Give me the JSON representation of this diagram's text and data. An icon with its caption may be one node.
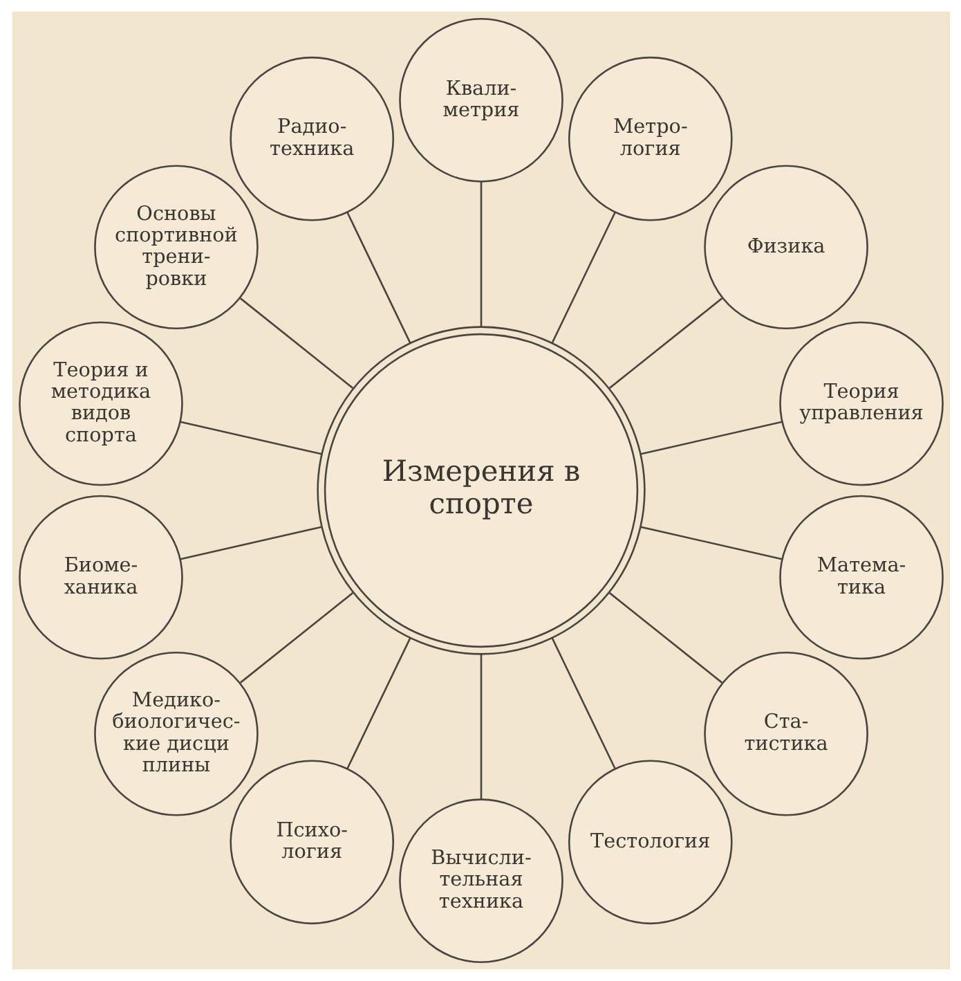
{
  "diagram": {
    "nodes": [
      {
        "text": [
          "Измерения в спорте"
        ]
      },
      {
        "text": [
          "Теория управления"
        ]
      },
      {
        "text": [
          "Физика"
        ]
      },
      {
        "text": [
          "Метро- логия"
        ]
      },
      {
        "text": [
          "Квали- метрия"
        ]
      },
      {
        "text": [
          "Радио- техника"
        ]
      },
      {
        "text": [
          "Основы спортивной трени- ровки"
        ]
      },
      {
        "text": [
          "Теория и методика видов спорта"
        ]
      },
      {
        "text": [
          "Биоме- ханика"
        ]
      },
      {
        "text": [
          "Медико- биологичес- кие дисци плины"
        ]
      },
      {
        "text": [
          "Психо- логия"
        ]
      },
      {
        "text": [
          "Вычисли- тельная техника"
        ]
      },
      {
        "text": [
          "Тестология"
        ]
      },
      {
        "text": [
          "Ста- тистика"
        ]
      },
      {
        "text": [
          "Матема- тика"
        ]
      }
    ],
    "edges": [
      {
        "from": 0,
        "to": 1,
        "arrow": "none"
      },
      {
        "from": 0,
        "to": 2,
        "arrow": "none"
      },
      {
        "from": 0,
        "to": 3,
        "arrow": "none"
      },
      {
        "from": 0,
        "to": 4,
        "arrow": "none"
      },
      {
        "from": 0,
        "to": 5,
        "arrow": "none"
      },
      {
        "from": 0,
        "to": 6,
        "arrow": "none"
      },
      {
        "from": 0,
        "to": 7,
        "arrow": "none"
      },
      {
        "from": 0,
        "to": 8,
        "arrow": "none"
      },
      {
        "from": 0,
        "to": 9,
        "arrow": "none"
      },
      {
        "from": 0,
        "to": 10,
        "arrow": "none"
      },
      {
        "from": 0,
        "to": 11,
        "arrow": "none"
      },
      {
        "from": 0,
        "to": 12,
        "arrow": "none"
      },
      {
        "from": 0,
        "to": 13,
        "arrow": "none"
      },
      {
        "from": 0,
        "to": 14,
        "arrow": "none"
      }
    ]
  }
}
